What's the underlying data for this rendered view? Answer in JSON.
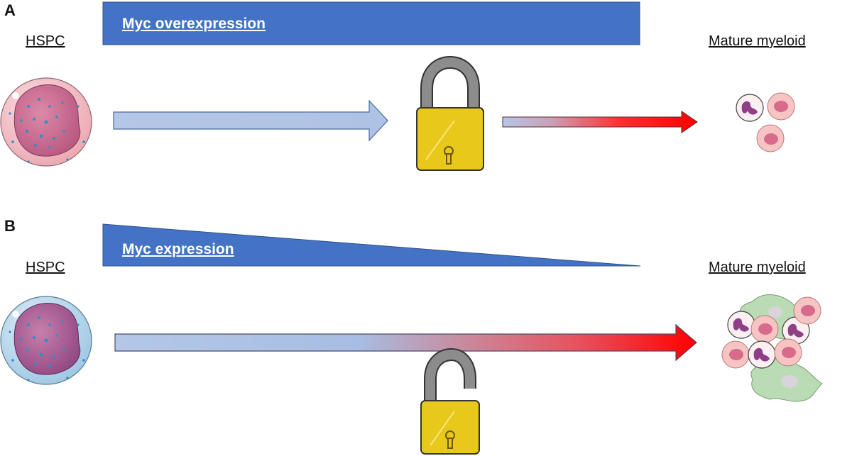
{
  "panel_a": {
    "letter": "A",
    "banner_text": "Myc overexpression",
    "start_label": "HSPC",
    "end_label": "Mature myeloid"
  },
  "panel_b": {
    "letter": "B",
    "banner_text": "Myc expression",
    "start_label": "HSPC",
    "end_label": "Mature myeloid"
  },
  "colors": {
    "banner": "#4472c4",
    "arrow_light": "#b4c7e7",
    "arrow_red": "#ff0000",
    "lock_body": "#e8c81a",
    "lock_shackle": "#8c8c8c",
    "hspc_pink": "#f2b8c0",
    "hspc_blue": "#b7d7ec",
    "nucleus": "#c7668f",
    "myeloid_cell": "#f7c4c4",
    "macrophage": "#b9dcb4"
  },
  "icons": [
    "locked-padlock-icon",
    "unlocked-padlock-icon",
    "hspc-cell-icon",
    "mature-myeloid-cells-icon"
  ]
}
